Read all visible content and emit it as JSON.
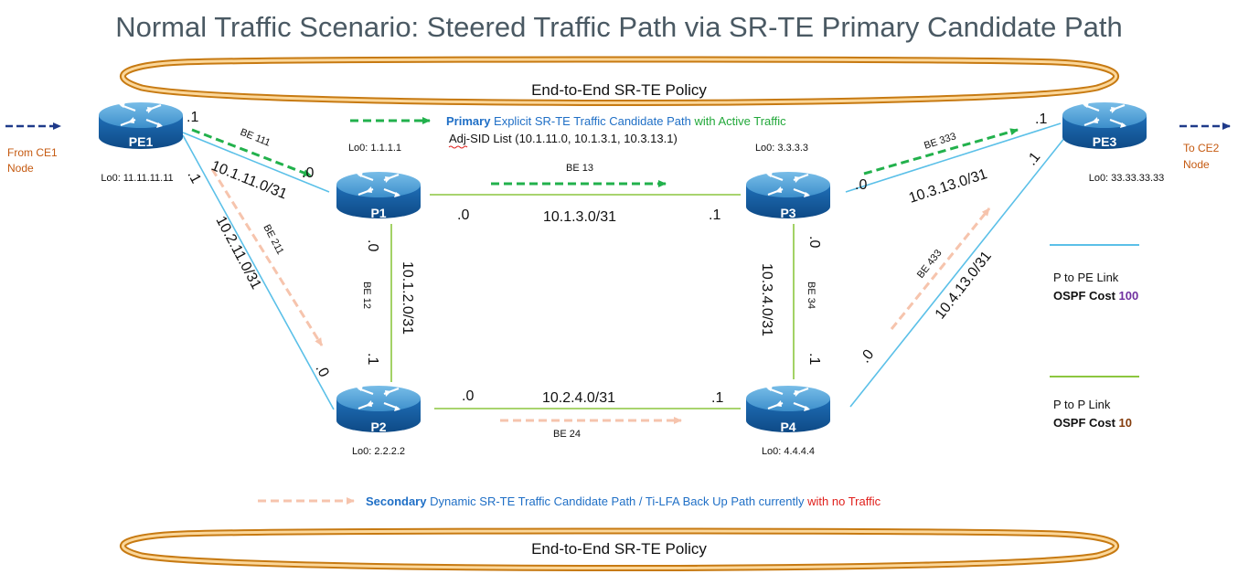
{
  "title": "Normal Traffic Scenario: Steered Traffic Path via SR-TE Primary Candidate Path",
  "policy_top": "End-to-End SR-TE Policy",
  "policy_bottom": "End-to-End SR-TE Policy",
  "primary_caption": {
    "bold": "Primary",
    "mid": " Explicit SR-TE Traffic Candidate Path ",
    "tail": "with Active Traffic",
    "sid_list": "Adj-SID List (10.1.11.0, 10.1.3.1, 10.3.13.1)"
  },
  "secondary_caption": {
    "bold": "Secondary",
    "mid": " Dynamic SR-TE Traffic Candidate Path / Ti-LFA Back Up Path currently ",
    "tail": "with no Traffic"
  },
  "routers": {
    "pe1": {
      "name": "PE1",
      "lo": "Lo0: 11.11.11.11"
    },
    "pe3": {
      "name": "PE3",
      "lo": "Lo0: 33.33.33.33"
    },
    "p1": {
      "name": "P1",
      "lo": "Lo0: 1.1.1.1"
    },
    "p2": {
      "name": "P2",
      "lo": "Lo0: 2.2.2.2"
    },
    "p3": {
      "name": "P3",
      "lo": "Lo0: 3.3.3.3"
    },
    "p4": {
      "name": "P4",
      "lo": "Lo0: 4.4.4.4"
    }
  },
  "edge": {
    "from_ce1_line1": "From CE1",
    "from_ce1_line2": "Node",
    "to_ce2_line1": "To CE2",
    "to_ce2_line2": "Node"
  },
  "links": {
    "pe1_p1": {
      "subnet": "10.1.11.0/31",
      "bundle": "BE 111",
      "a": ".1",
      "b": ".0"
    },
    "pe1_p2": {
      "subnet": "10.2.11.0/31",
      "bundle": "BE 211",
      "a": ".1",
      "b": ".0"
    },
    "p1_p3": {
      "subnet": "10.1.3.0/31",
      "bundle": "BE 13",
      "a": ".0",
      "b": ".1"
    },
    "p1_p2": {
      "subnet": "10.1.2.0/31",
      "bundle": "BE 12",
      "a": ".0",
      "b": ".1"
    },
    "p2_p4": {
      "subnet": "10.2.4.0/31",
      "bundle": "BE 24",
      "a": ".0",
      "b": ".1"
    },
    "p3_p4": {
      "subnet": "10.3.4.0/31",
      "bundle": "BE 34",
      "a": ".0",
      "b": ".1"
    },
    "p3_pe3": {
      "subnet": "10.3.13.0/31",
      "bundle": "BE 333",
      "a": ".0",
      "b": ".1"
    },
    "p4_pe3": {
      "subnet": "10.4.13.0/31",
      "bundle": "BE 433",
      "a": ".0",
      "b": ".1"
    }
  },
  "legend": {
    "pe_line1": "P to PE Link",
    "pe_cost_label": "OSPF Cost ",
    "pe_cost_value": "100",
    "p_line1": "P to P Link",
    "p_cost_label": "OSPF Cost ",
    "p_cost_value": "10"
  },
  "colors": {
    "pe_link": "#5bc0e8",
    "p_link": "#8cc63f",
    "primary_arrow": "#22b14c",
    "secondary_arrow": "#f6c4ad",
    "router_top": "#4ea3d8",
    "router_side": "#155a9c",
    "policy_ring": "#f0a030",
    "highlight_blue": "#1f6fc6",
    "highlight_green": "#22a83a",
    "highlight_red": "#e0201c",
    "cost_100": "#7030a0",
    "cost_10": "#843c0c"
  }
}
